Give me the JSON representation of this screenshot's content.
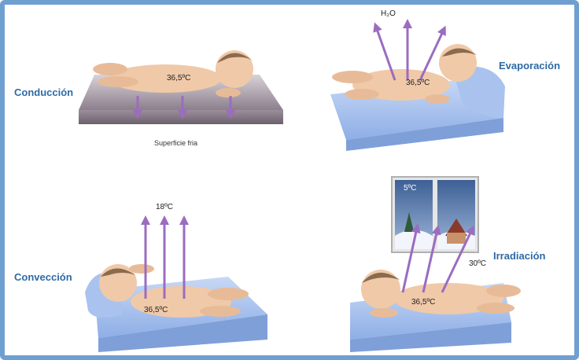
{
  "panels": {
    "conduccion": {
      "label": "Conducción",
      "body_temp": "36,5ºC",
      "surface_caption": "Superficie fria"
    },
    "evaporacion": {
      "label": "Evaporación",
      "body_temp": "36,5ºC",
      "vapor_label": "H₂O"
    },
    "conveccion": {
      "label": "Convección",
      "body_temp": "36,5ºC",
      "air_temp": "18ºC"
    },
    "irradiacion": {
      "label": "Irradiación",
      "body_temp": "36,5ºC",
      "window_temp": "5ºC",
      "room_temp": "30ºC"
    }
  },
  "colors": {
    "frame": "#6f9fd0",
    "label": "#2f6aa6",
    "arrow": "#9b6cc0",
    "mattress": "#a9c3ee",
    "skin": "#f0c9a8"
  }
}
